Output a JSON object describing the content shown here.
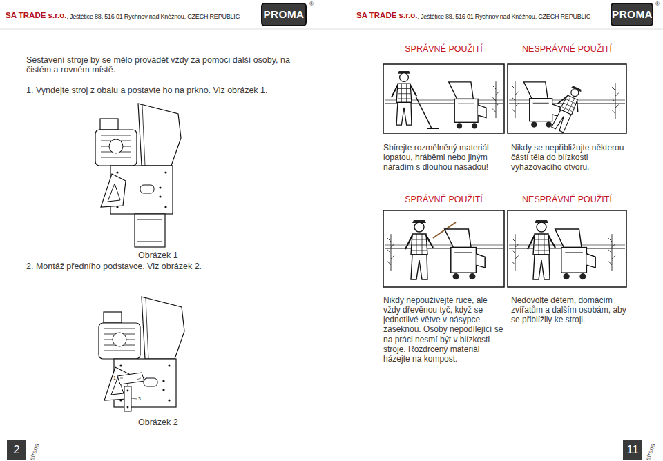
{
  "diagram": {
    "nodes": [
      {
        "text": [
          "PROMA"
        ]
      },
      {
        "text": [
          "PROMA"
        ]
      },
      {
        "text": [
          "SPRÁVNÉ POUŽITÍ"
        ]
      },
      {
        "text": [
          "NESPRÁVNÉ POUŽITÍ"
        ]
      },
      {
        "text": [
          "SPRÁVNÉ POUŽITÍ"
        ]
      },
      {
        "text": [
          "NESPRÁVNÉ POUŽITÍ"
        ]
      },
      {
        "text": [
          "2",
          "strana"
        ]
      },
      {
        "text": [
          "11",
          "strana"
        ]
      }
    ],
    "labels": [
      "SA TRADE s.r.o.",
      ", Ještětice 88, 516 01 Rychnov nad Kněžnou, CZECH REPUBLIC",
      "®",
      "SA TRADE s.r.o.",
      ", Ještětice 88, 516 01 Rychnov nad Kněžnou, CZECH REPUBLIC",
      "®",
      "Sestavení stroje by se mělo provádět vždy za pomoci další osoby, na čistém a rovném místě.",
      "1. Vyndejte stroj z obalu a postavte ho na prkno. Viz obrázek 1.",
      "Obrázek 1",
      "2. Montáž předního podstavce. Viz obrázek 2.",
      "1.",
      "2.",
      "3.",
      "Obrázek 2",
      "Sbírejte rozmělněný materiál lopatou, hráběmi nebo jiným nářadím s dlouhou násadou!",
      "Nikdy se nepřibližujte některou částí těla do blízkosti vyhazovacího otvoru.",
      "Nikdy nepoužívejte ruce, ale vždy dřevěnou tyč, když se jednotlivé větve v násypce zaseknou. Osoby nepodílející se na práci nesmí být v blízkosti stroje. Rozdrcený materiál házejte na kompost.",
      "Nedovolte dětem, domácím zvířatům a dalším osobám, aby se přiblížily ke stroji."
    ]
  }
}
